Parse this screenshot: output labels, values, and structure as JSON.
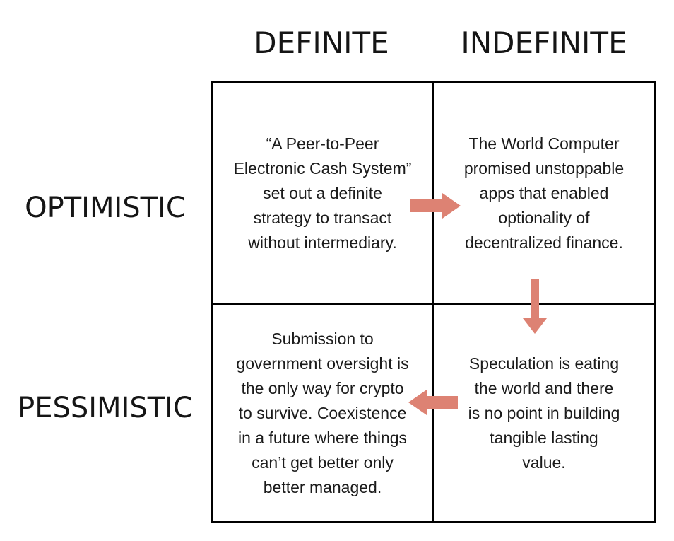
{
  "matrix": {
    "col_headers": [
      {
        "label": "DEFINITE"
      },
      {
        "label": "INDEFINITE"
      }
    ],
    "row_headers": [
      {
        "label": "OPTIMISTIC"
      },
      {
        "label": "PESSIMISTIC"
      }
    ],
    "quadrants": [
      {
        "id": "definite-optimistic",
        "text": "“A Peer-to-Peer\nElectronic Cash System”\nset out a definite\nstrategy to transact\nwithout intermediary."
      },
      {
        "id": "indefinite-optimistic",
        "text": "The World Computer\npromised unstoppable\napps that enabled\noptionality of\ndecentralized finance."
      },
      {
        "id": "definite-pessimistic",
        "text": "Submission to\ngovernment oversight is\nthe only way for crypto\nto survive. Coexistence\nin a future where things\ncan’t get better only\nbetter managed."
      },
      {
        "id": "indefinite-pessimistic",
        "text": "Speculation is eating\nthe world and there\nis no point in building\ntangible lasting\nvalue."
      }
    ],
    "arrows": [
      {
        "name": "arrow-right",
        "direction": "right",
        "from": "definite-optimistic",
        "to": "indefinite-optimistic"
      },
      {
        "name": "arrow-down",
        "direction": "down",
        "from": "indefinite-optimistic",
        "to": "indefinite-pessimistic"
      },
      {
        "name": "arrow-left",
        "direction": "left",
        "from": "indefinite-pessimistic",
        "to": "definite-pessimistic"
      }
    ],
    "colors": {
      "arrow": "#DD8273",
      "border": "#000000",
      "background": "#FFFFFF",
      "text": "#1A1A1A"
    }
  }
}
